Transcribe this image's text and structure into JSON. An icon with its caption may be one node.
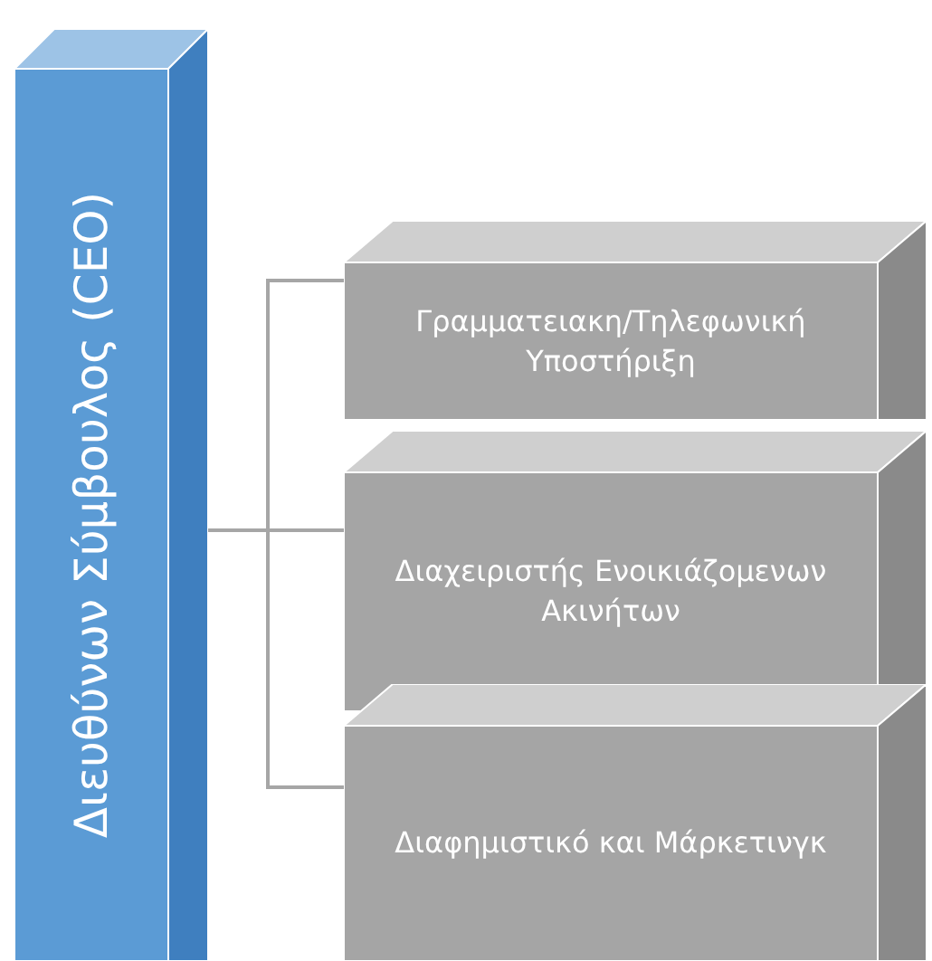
{
  "diagram": {
    "nodes": [
      {
        "text": [
          "Διευθύνων Σύμβουλος (CEO)"
        ]
      },
      {
        "text": [
          "Γραμματειακη/Τηλεφωνική Υποστήριξη"
        ]
      },
      {
        "text": [
          "Διαχειριστής Ενοικιάζομενων Ακινήτων"
        ]
      },
      {
        "text": [
          "Διαφημιστικό και Μάρκετινγκ"
        ]
      }
    ],
    "edges": [
      {
        "from": 0,
        "to": 1,
        "arrow": "none"
      },
      {
        "from": 0,
        "to": 2,
        "arrow": "none"
      },
      {
        "from": 0,
        "to": 3,
        "arrow": "none"
      }
    ]
  }
}
